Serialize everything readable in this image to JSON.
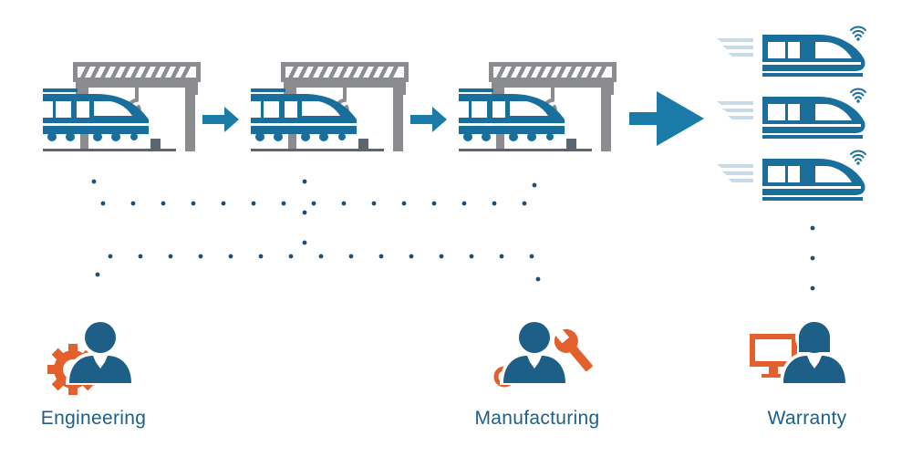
{
  "colors": {
    "train": "#1a6e9c",
    "train_light": "#ffffff",
    "gantry": "#8a8c8f",
    "rail": "#5d6670",
    "arrow": "#1a7ba8",
    "dots": "#1d4f72",
    "person": "#1d5f86",
    "accent": "#e2602e",
    "speed_lines": "#c8dbe7"
  },
  "icons": {
    "assembly_station": "gantry-crane-icon",
    "finished_train": "high-speed-train-icon",
    "connectivity": "wifi-icon",
    "engineering": "person-gear-icon",
    "manufacturing": "person-wrench-icon",
    "warranty": "person-monitor-icon"
  },
  "roles": {
    "engineering": "Engineering",
    "manufacturing": "Manufacturing",
    "warranty": "Warranty"
  }
}
